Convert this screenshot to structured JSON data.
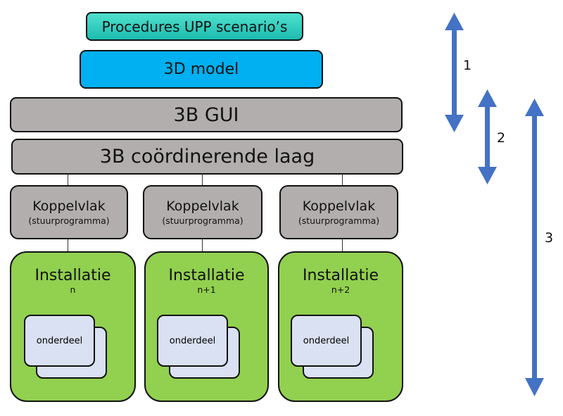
{
  "diagram": {
    "top": {
      "procedures": "Procedures UPP scenario’s",
      "model": "3D model",
      "gui": "3B GUI",
      "coordination": "3B coördinerende laag"
    },
    "columns": [
      {
        "interface_title": "Koppelvlak",
        "interface_subtitle": "(stuurprogramma)",
        "installation_title": "Installatie",
        "installation_index": "n",
        "part": "onderdeel"
      },
      {
        "interface_title": "Koppelvlak",
        "interface_subtitle": "(stuurprogramma)",
        "installation_title": "Installatie",
        "installation_index": "n+1",
        "part": "onderdeel"
      },
      {
        "interface_title": "Koppelvlak",
        "interface_subtitle": "(stuurprogramma)",
        "installation_title": "Installatie",
        "installation_index": "n+2",
        "part": "onderdeel"
      }
    ],
    "arrows": [
      {
        "label": "1",
        "spans": "Procedures UPP scenario’s → 3D model"
      },
      {
        "label": "2",
        "spans": "3B GUI → 3B coördinerende laag"
      },
      {
        "label": "3",
        "spans": "3B GUI → Installatie"
      }
    ],
    "colors": {
      "procedures": "#2fcabb",
      "model": "#00b0f0",
      "gray_layer": "#b2aeae",
      "installation": "#92d050",
      "part": "#d9e1f2",
      "arrow": "#4472c4"
    }
  }
}
